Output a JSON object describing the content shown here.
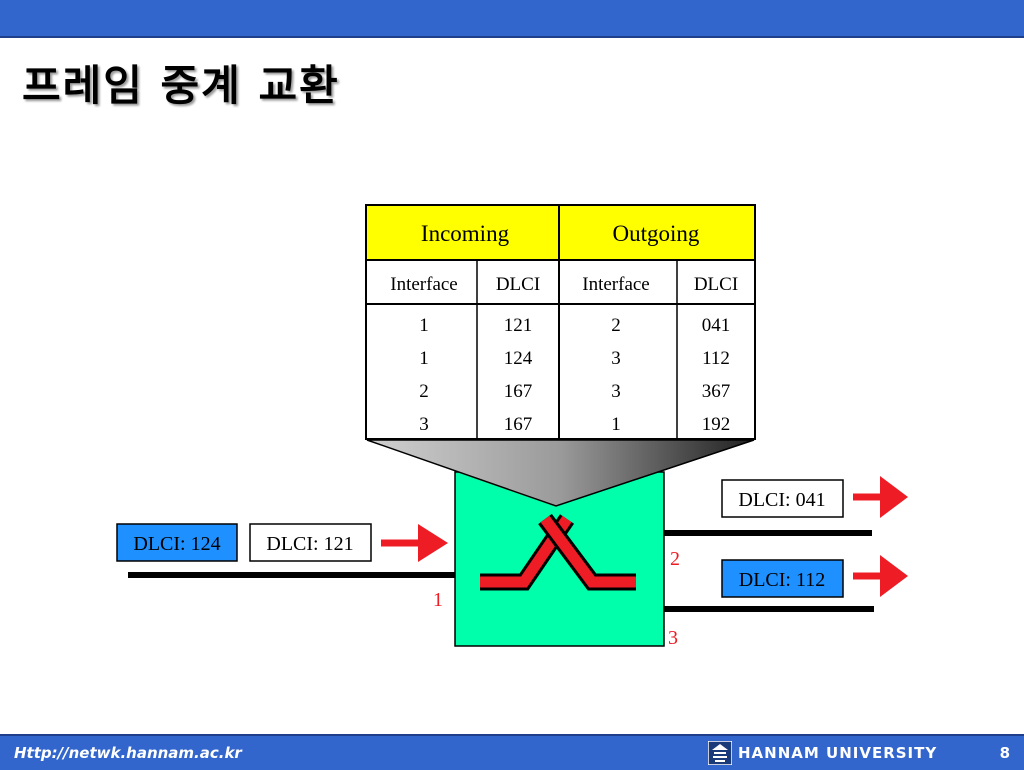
{
  "slide": {
    "title": "프레임 중계 교환"
  },
  "table": {
    "group_headers": [
      "Incoming",
      "Outgoing"
    ],
    "column_headers": [
      "Interface",
      "DLCI",
      "Interface",
      "DLCI"
    ],
    "rows": [
      [
        "1",
        "121",
        "2",
        "041"
      ],
      [
        "1",
        "124",
        "3",
        "112"
      ],
      [
        "2",
        "167",
        "3",
        "367"
      ],
      [
        "3",
        "167",
        "1",
        "192"
      ]
    ]
  },
  "frames": {
    "incoming_second": "DLCI: 124",
    "incoming_first": "DLCI: 121",
    "outgoing_top": "DLCI: 041",
    "outgoing_bottom": "DLCI: 112"
  },
  "ports": {
    "port_1": "1",
    "port_2": "2",
    "port_3": "3"
  },
  "footer": {
    "url": "Http://netwk.hannam.ac.kr",
    "university": "HANNAM UNIVERSITY",
    "page_number": "8"
  },
  "colors": {
    "bar_blue": "#3366cc",
    "table_header_yellow": "#ffff00",
    "switch_green": "#00ffaa",
    "frame_blue": "#1e90ff",
    "arrow_red": "#ee1c24",
    "port_label_red": "#ee1c24"
  },
  "icons": {
    "logo": "hannam-logo-icon",
    "arrows": "red-arrow-icon"
  }
}
